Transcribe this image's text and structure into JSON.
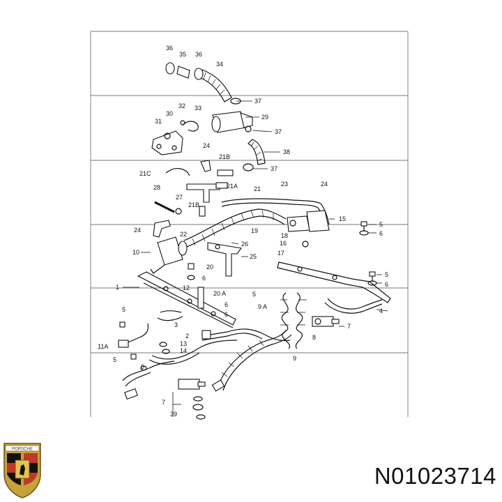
{
  "part_number": "N01023714",
  "logo": {
    "brand": "PORSCHE",
    "icon": "porsche-crest-icon"
  },
  "callouts": [
    "36",
    "35",
    "36",
    "34",
    "37",
    "32",
    "33",
    "30",
    "29",
    "31",
    "37",
    "24",
    "21B",
    "38",
    "37",
    "21C",
    "21A",
    "28",
    "27",
    "21B",
    "21",
    "23",
    "24",
    "24",
    "22",
    "19",
    "18",
    "15",
    "5",
    "6",
    "16",
    "17",
    "10",
    "26",
    "25",
    "20",
    "6",
    "12",
    "20 A",
    "5",
    "6",
    "1",
    "9 A",
    "5",
    "6",
    "4",
    "6",
    "5",
    "7",
    "8",
    "11A",
    "3",
    "13",
    "14",
    "6",
    "5",
    "2",
    "9",
    "7",
    "39"
  ]
}
